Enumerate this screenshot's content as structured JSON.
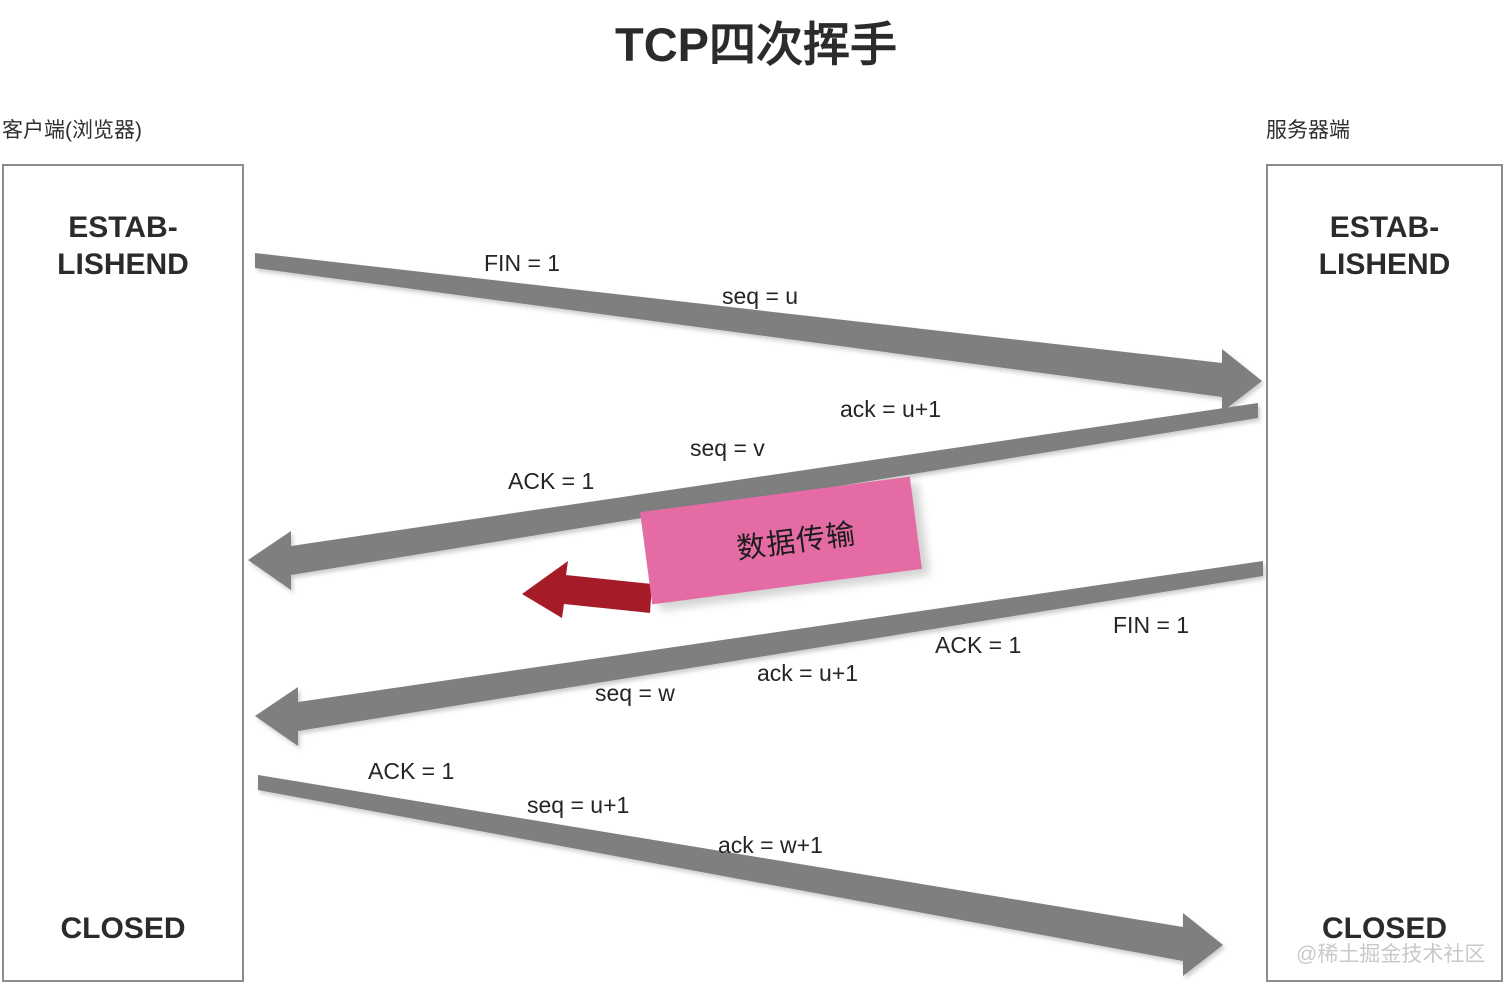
{
  "page": {
    "title": "TCP四次挥手",
    "background_color": "#ffffff"
  },
  "colors": {
    "arrow_gray": "#7f7f7f",
    "box_border": "#8c8c8c",
    "text_dark": "#2b2b2b",
    "data_box_fill": "#e56ba4",
    "data_arrow_red": "#a51c28",
    "watermark": "#c9c9c9"
  },
  "endpoints": {
    "client": {
      "label": "客户端(浏览器)",
      "top_state": "ESTAB-\nLISHEND",
      "bottom_state": "CLOSED"
    },
    "server": {
      "label": "服务器端",
      "top_state": "ESTAB-\nLISHEND",
      "bottom_state": "CLOSED"
    }
  },
  "messages": [
    {
      "id": "msg-1-fin",
      "direction": "client-to-server",
      "labels": [
        "FIN = 1",
        "seq = u"
      ]
    },
    {
      "id": "msg-2-ack",
      "direction": "server-to-client",
      "labels": [
        "ack = u+1",
        "seq = v",
        "ACK = 1"
      ]
    },
    {
      "id": "msg-3-fin-ack",
      "direction": "server-to-client",
      "labels": [
        "FIN = 1",
        "ACK = 1",
        "ack = u+1",
        "seq = w"
      ]
    },
    {
      "id": "msg-4-ack",
      "direction": "client-to-server",
      "labels": [
        "ACK = 1",
        "seq = u+1",
        "ack = w+1"
      ]
    }
  ],
  "labels": {
    "m1_fin": "FIN = 1",
    "m1_seq": "seq = u",
    "m2_ack_num": "ack = u+1",
    "m2_seq": "seq = v",
    "m2_ack_flag": "ACK = 1",
    "m3_fin": "FIN = 1",
    "m3_ack_flag": "ACK = 1",
    "m3_ack_num": "ack = u+1",
    "m3_seq": "seq = w",
    "m4_ack_flag": "ACK = 1",
    "m4_seq": "seq = u+1",
    "m4_ack_num": "ack = w+1"
  },
  "data_transfer": {
    "text": "数据传输"
  },
  "watermark": {
    "text": "@稀土掘金技术社区"
  }
}
